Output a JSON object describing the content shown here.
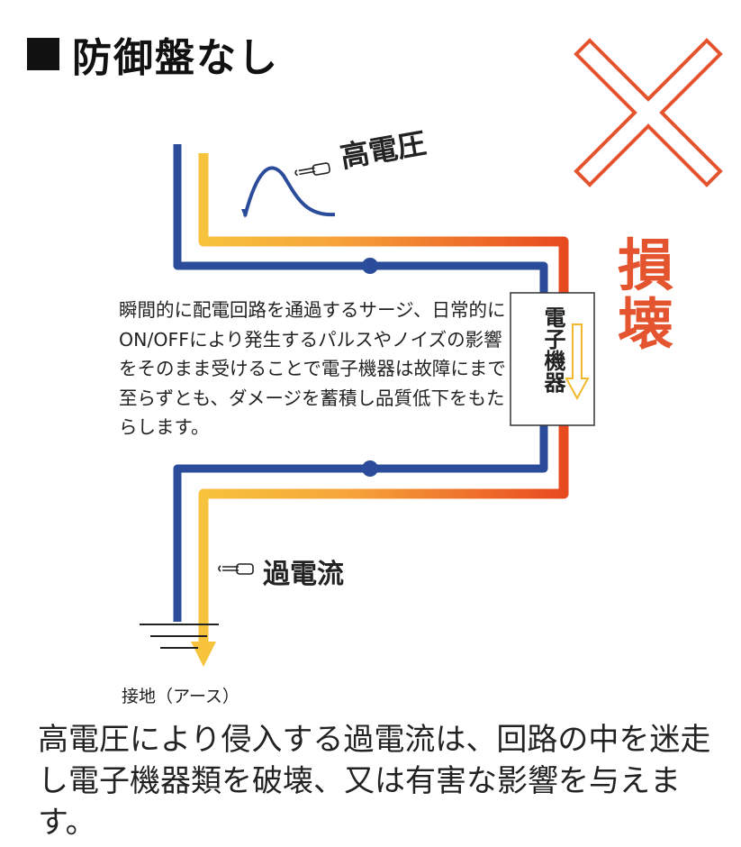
{
  "title": "防御盤なし",
  "labels": {
    "high_voltage": "高電圧",
    "overcurrent": "過電流",
    "ground": "接地（アース）",
    "damage": "損壊",
    "device": "電子機器"
  },
  "description": "瞬間的に配電回路を通過するサージ、日常的にON/OFFにより発生するパルスやノイズの影響をそのまま受けることで電子機器は故障にまで至らずとも、ダメージを蓄積し品質低下をもたらします。",
  "bottom_text": "高電圧により侵入する過電流は、回路の中を迷走し電子機器類を破壊、又は有害な影響を与えます。",
  "colors": {
    "blue_line": "#2b4c9b",
    "orange_start": "#f7c23c",
    "orange_end": "#e84a20",
    "cross": "#e4542f"
  },
  "icons": [
    "pointing-hand-icon",
    "cross-mark-icon",
    "ground-symbol-icon",
    "down-arrow-icon"
  ]
}
